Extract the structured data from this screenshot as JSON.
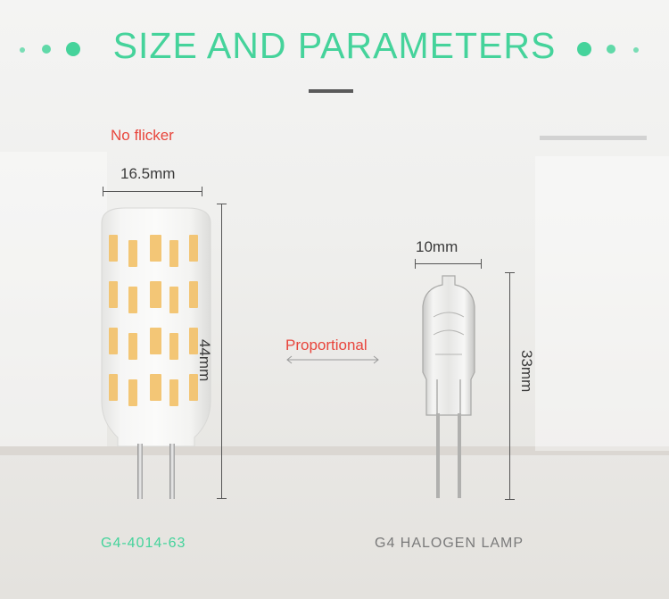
{
  "title": "SIZE AND PARAMETERS",
  "left_product": {
    "note": "No flicker",
    "width_label": "16.5mm",
    "height_label": "44mm",
    "caption": "G4-4014-63"
  },
  "comparison_label": "Proportional",
  "right_product": {
    "width_label": "10mm",
    "height_label": "33mm",
    "caption": "G4 HALOGEN LAMP"
  },
  "colors": {
    "accent": "#45d39b",
    "note_red": "#e8453c",
    "caption_gray": "#7a7a7a",
    "led_chip": "#f3c26b"
  },
  "icons": [
    "led-bulb-icon",
    "halogen-bulb-icon",
    "double-arrow-icon"
  ]
}
